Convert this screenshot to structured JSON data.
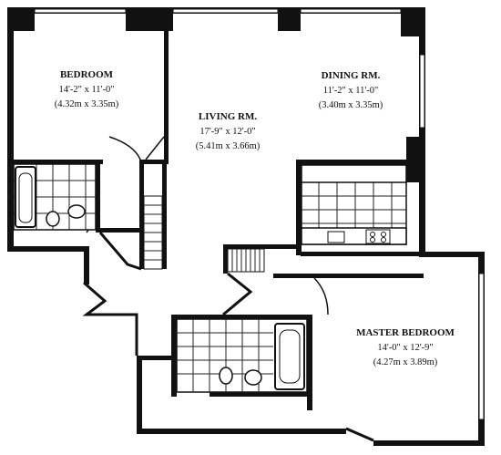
{
  "rooms": {
    "bedroom": {
      "name": "BEDROOM",
      "dim_imperial": "14'-2\" x 11'-0\"",
      "dim_metric": "(4.32m x 3.35m)"
    },
    "living": {
      "name": "LIVING RM.",
      "dim_imperial": "17'-9\" x 12'-0\"",
      "dim_metric": "(5.41m x 3.66m)"
    },
    "dining": {
      "name": "DINING RM.",
      "dim_imperial": "11'-2\" x 11'-0\"",
      "dim_metric": "(3.40m x 3.35m)"
    },
    "master": {
      "name": "MASTER BEDROOM",
      "dim_imperial": "14'-0\" x 12'-9\"",
      "dim_metric": "(4.27m x 3.89m)"
    }
  }
}
